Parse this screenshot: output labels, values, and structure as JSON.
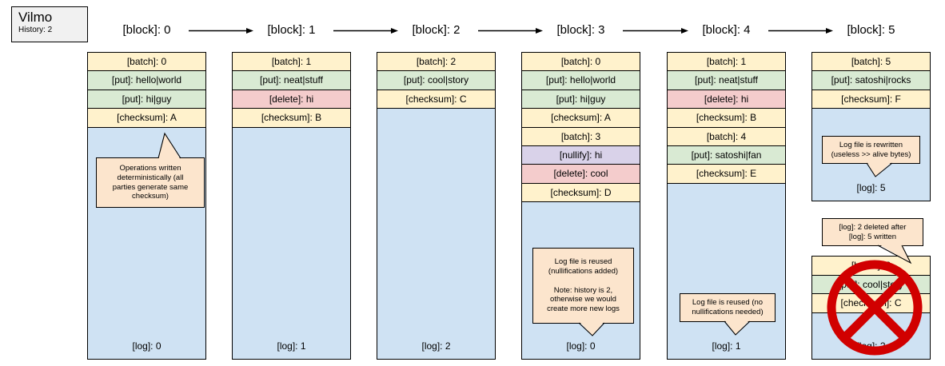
{
  "vilmo": {
    "title": "Vilmo",
    "subtitle": "History: 2"
  },
  "colors": {
    "batch": "#FFF2CC",
    "checksum": "#FFF2CC",
    "put": "#D9EAD3",
    "delete": "#F4CCCC",
    "nullify": "#D9D2E9",
    "log": "#CFE2F3",
    "callout": "#FCE5CD",
    "panel": "#F1F1F1",
    "prohibited": "#D10000"
  },
  "columns": [
    {
      "header": "[block]: 0",
      "rows": [
        {
          "kind": "batch",
          "text": "[batch]: 0"
        },
        {
          "kind": "put",
          "text": "[put]: hello|world"
        },
        {
          "kind": "put",
          "text": "[put]: hi|guy"
        },
        {
          "kind": "checksum",
          "text": "[checksum]: A"
        }
      ],
      "log": "[log]: 0"
    },
    {
      "header": "[block]: 1",
      "rows": [
        {
          "kind": "batch",
          "text": "[batch]: 1"
        },
        {
          "kind": "put",
          "text": "[put]: neat|stuff"
        },
        {
          "kind": "delete",
          "text": "[delete]: hi"
        },
        {
          "kind": "checksum",
          "text": "[checksum]: B"
        }
      ],
      "log": "[log]: 1"
    },
    {
      "header": "[block]: 2",
      "rows": [
        {
          "kind": "batch",
          "text": "[batch]: 2"
        },
        {
          "kind": "put",
          "text": "[put]: cool|story"
        },
        {
          "kind": "checksum",
          "text": "[checksum]: C"
        }
      ],
      "log": "[log]: 2"
    },
    {
      "header": "[block]: 3",
      "rows": [
        {
          "kind": "batch",
          "text": "[batch]: 0"
        },
        {
          "kind": "put",
          "text": "[put]: hello|world"
        },
        {
          "kind": "put",
          "text": "[put]: hi|guy"
        },
        {
          "kind": "checksum",
          "text": "[checksum]: A"
        },
        {
          "kind": "batch",
          "text": "[batch]: 3"
        },
        {
          "kind": "nullify",
          "text": "[nullify]: hi"
        },
        {
          "kind": "delete",
          "text": "[delete]: cool"
        },
        {
          "kind": "checksum",
          "text": "[checksum]: D"
        }
      ],
      "log": "[log]: 0"
    },
    {
      "header": "[block]: 4",
      "rows": [
        {
          "kind": "batch",
          "text": "[batch]: 1"
        },
        {
          "kind": "put",
          "text": "[put]: neat|stuff"
        },
        {
          "kind": "delete",
          "text": "[delete]: hi"
        },
        {
          "kind": "checksum",
          "text": "[checksum]: B"
        },
        {
          "kind": "batch",
          "text": "[batch]: 4"
        },
        {
          "kind": "put",
          "text": "[put]: satoshi|fan"
        },
        {
          "kind": "checksum",
          "text": "[checksum]: E"
        }
      ],
      "log": "[log]: 1"
    },
    {
      "header": "[block]: 5",
      "rows": [
        {
          "kind": "batch",
          "text": "[batch]: 5"
        },
        {
          "kind": "put",
          "text": "[put]: satoshi|rocks"
        },
        {
          "kind": "checksum",
          "text": "[checksum]: F"
        }
      ],
      "log": "[log]: 5"
    }
  ],
  "crossed_box": {
    "rows": [
      {
        "kind": "batch",
        "text": "[batch]: 2"
      },
      {
        "kind": "put",
        "text": "[put]: cool|story"
      },
      {
        "kind": "checksum",
        "text": "[checksum]: C"
      }
    ],
    "log": "[log]: 2"
  },
  "callouts": [
    {
      "id": "callout-deterministic-checksum",
      "text": "Operations written\ndeterministically (all\nparties generate same\nchecksum)"
    },
    {
      "id": "callout-log-reused-nullifications",
      "text": "Log file is reused\n(nullifications added)\n\nNote: history is 2,\notherwise we would\ncreate more new logs"
    },
    {
      "id": "callout-log-reused-no-nullifications",
      "text": "Log file is reused (no\nnullifications needed)"
    },
    {
      "id": "callout-log-rewritten",
      "text": "Log file is rewritten\n(useless >> alive bytes)"
    },
    {
      "id": "callout-log-deleted",
      "text": "[log]: 2 deleted after\n[log]: 5 written"
    }
  ]
}
